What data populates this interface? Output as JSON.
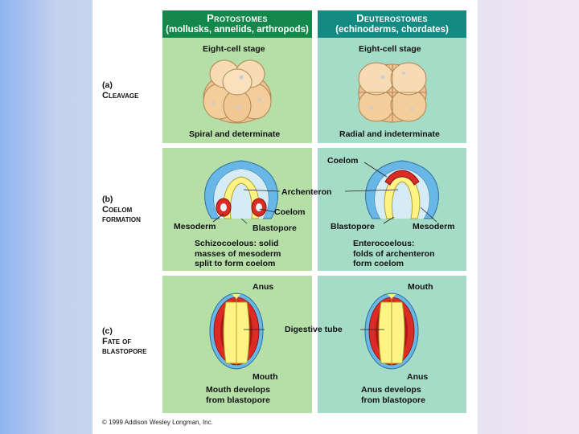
{
  "columns": {
    "protostomes": {
      "title": "Protostomes",
      "subtitle": "(mollusks, annelids, arthropods)",
      "color": "#14884a"
    },
    "deuterostomes": {
      "title": "Deuterostomes",
      "subtitle": "(echinoderms, chordates)",
      "color": "#138a82"
    }
  },
  "rows": {
    "a": {
      "letter": "(a)",
      "name": "Cleavage"
    },
    "b": {
      "letter": "(b)",
      "name_line1": "Coelom",
      "name_line2": "formation"
    },
    "c": {
      "letter": "(c)",
      "name_line1": "Fate of",
      "name_line2": "blastopore"
    }
  },
  "cleavage": {
    "proto_stage": "Eight-cell stage",
    "deut_stage": "Eight-cell stage",
    "proto_caption": "Spiral and determinate",
    "deut_caption": "Radial and indeterminate"
  },
  "coelom": {
    "archenteron": "Archenteron",
    "proto_coelom": "Coelom",
    "proto_mesoderm": "Mesoderm",
    "proto_blastopore": "Blastopore",
    "deut_coelom": "Coelom",
    "deut_blastopore": "Blastopore",
    "deut_mesoderm": "Mesoderm",
    "proto_caption": [
      "Schizocoelous: solid",
      "masses of mesoderm",
      "split to form coelom"
    ],
    "deut_caption": [
      "Enterocoelous:",
      "folds of archenteron",
      "form coelom"
    ]
  },
  "blastopore": {
    "proto_top": "Anus",
    "proto_bottom": "Mouth",
    "deut_top": "Mouth",
    "deut_bottom": "Anus",
    "digestive_tube": "Digestive tube",
    "proto_caption": [
      "Mouth develops",
      "from blastopore"
    ],
    "deut_caption": [
      "Anus develops",
      "from blastopore"
    ]
  },
  "copyright": "© 1999 Addison Wesley Longman, Inc.",
  "colors": {
    "proto_panel": "#b5dfa7",
    "deut_panel": "#a5dcc7",
    "mesoderm": "#dc2b24",
    "endoderm": "#fff385",
    "ectoderm": "#69b7e6",
    "cell": "#f3cd9a"
  }
}
